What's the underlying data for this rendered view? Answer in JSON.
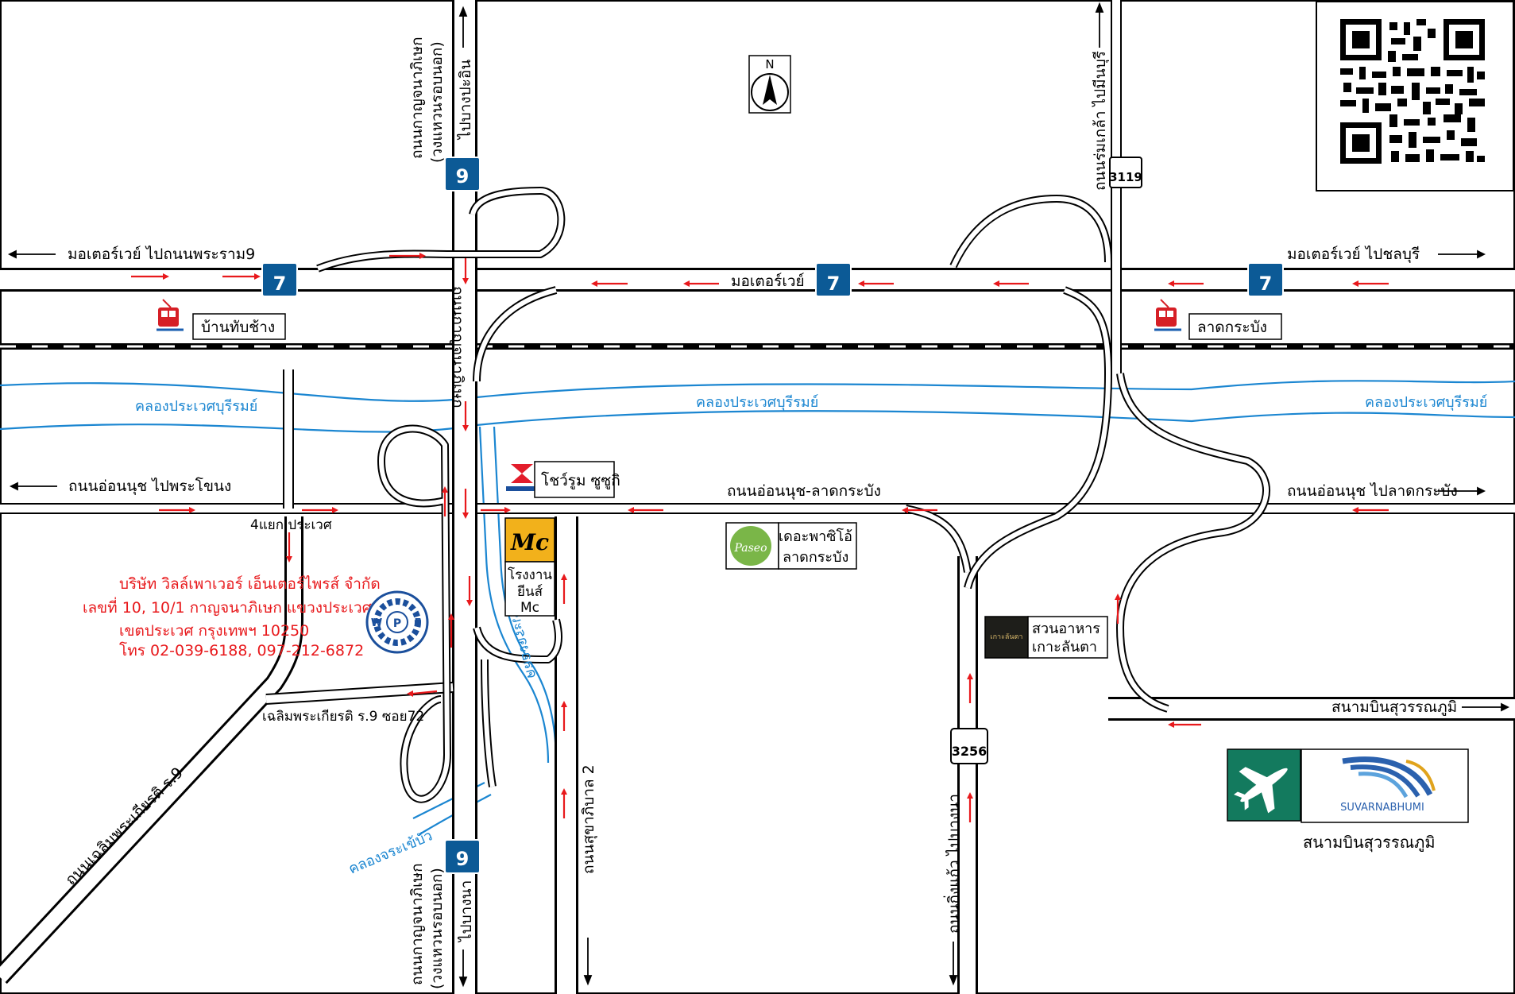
{
  "roads": {
    "motorway_west": "มอเตอร์เวย์  ไปถนนพระราม9",
    "motorway_center": "มอเตอร์เวย์",
    "motorway_east": "มอเตอร์เวย์  ไปชลบุรี",
    "kanchana_north": "ถนนกาญจนาภิเษก",
    "kanchana_north_sub": "(วงแหวนรอบนอก)",
    "kanchana_north_dir": "ไปบางปะอิน",
    "kanchana_mid": "ถนนกาญจนาภิเษก",
    "kanchana_south": "ถนนกาญจนาภิเษก",
    "kanchana_south_sub": "(วงแหวนรอบนอก)",
    "kanchana_south_dir": "ไปบางนา",
    "romklao": "ถนนร่มเกล้า  ไปมีนบุรี",
    "onnut_west": "ถนนอ่อนนุช  ไปพระโขนง",
    "onnut_center": "ถนนอ่อนนุช-ลาดกระบัง",
    "onnut_east": "ถนนอ่อนนุช  ไปลาดกระบัง",
    "prawet_junction": "4แยก  ประเวศ",
    "chaloem_soi": "เฉลิมพระเกียรติ ร.9 ซอย72",
    "chaloem_road": "ถนนเฉลิมพระเกียรติ ร.9",
    "sukhaphiban2": "ถนนสุขาภิบาล 2",
    "kingkaeo": "ถนนกิ่งแก้ว  ไปบางนา",
    "airport_road": "สนามบินสุวรรณภูมิ"
  },
  "canals": {
    "prawet_west": "คลองประเวศบุรีรมย์",
    "prawet_center": "คลองประเวศบุรีรมย์",
    "prawet_east": "คลองประเวศบุรีรมย์",
    "chorakhe_bua": "คลองจระเข้บัว",
    "chorakhe_bua_2": "คลองจระเข้บัว"
  },
  "route_signs": {
    "highway9_top": "9",
    "highway9_bottom": "9",
    "motorway7_a": "7",
    "motorway7_b": "7",
    "motorway7_c": "7",
    "route3119": "3119",
    "route3256": "3256"
  },
  "stations": {
    "ban_thap_chang": "บ้านทับช้าง",
    "lat_krabang": "ลาดกระบัง"
  },
  "pois": {
    "suzuki": "โชว์รูม ซูซูกิ",
    "mc_line1": "โรงงาน",
    "mc_line2": "ยีนส์",
    "mc_line3": "Mc",
    "mc_logo": "Mc",
    "paseo_line1": "เดอะพาซิโอ้",
    "paseo_line2": "ลาดกระบัง",
    "paseo_logo": "Paseo",
    "kao_lanta_line1": "สวนอาหาร",
    "kao_lanta_line2": "เกาะลันตา",
    "kao_lanta_logo": "เกาะลันตา"
  },
  "company": {
    "name": "บริษัท วิลล์เพาเวอร์ เอ็นเตอร์ไพรส์ จำกัด",
    "address1": "เลขที่ 10, 10/1 กาญจนาภิเษก  แขวงประเวศ",
    "address2": "เขตประเวศ  กรุงเทพฯ  10250",
    "phone": "โทร 02-039-6188, 097-212-6872",
    "logo_letters": [
      "W",
      "P",
      "E"
    ]
  },
  "compass": {
    "label": "N"
  },
  "airport": {
    "logo_text": "SUVARNABHUMI",
    "caption": "สนามบินสุวรรณภูมิ"
  },
  "colors": {
    "road_outline": "#000000",
    "arrow": "#e8191c",
    "canal": "#1b86d1",
    "route_sign": "#0c5a96",
    "airport_green": "#137a5e",
    "company_text": "#e8191c"
  }
}
